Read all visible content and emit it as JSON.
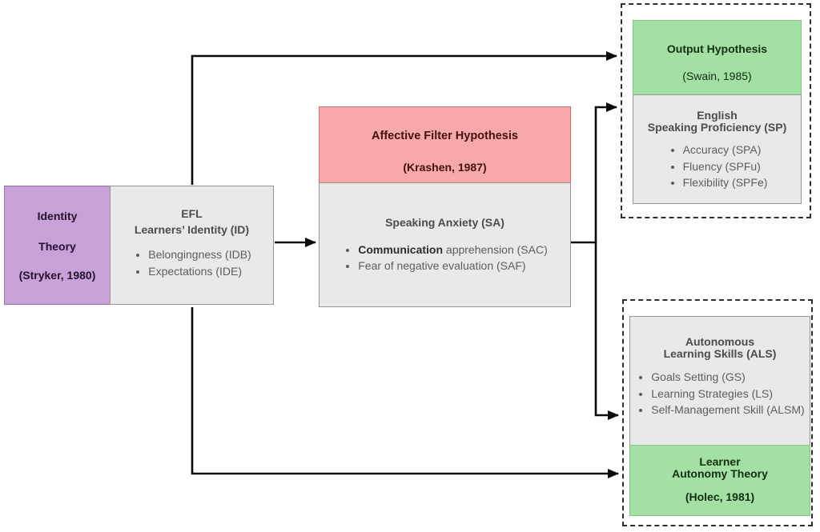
{
  "colors": {
    "purple_fill": "#c7a1d7",
    "purple_border": "#9673a6",
    "pink_fill": "#f7a8a8",
    "pink_border": "#cc6b6b",
    "green_fill": "#a4dfa4",
    "green_border": "#86c286",
    "gray_fill": "#e9e9e9",
    "gray_border": "#949494",
    "dashed_border": "#2e2e2e",
    "arrow": "#0a0a0a"
  },
  "nodes": {
    "identity_theory": {
      "line1": "Identity",
      "line2": "Theory",
      "citation": "(Stryker, 1980)"
    },
    "efl_identity": {
      "title1": "EFL",
      "title2": "Learners’ Identity (ID)",
      "bullets": [
        "Belongingness (IDB)",
        "Expectations (IDE)"
      ]
    },
    "affective_filter": {
      "title": "Affective Filter Hypothesis",
      "citation": "(Krashen, 1987)"
    },
    "speaking_anxiety": {
      "title": "Speaking Anxiety (SA)",
      "bullet1_lead": "Communication",
      "bullet1_rest": " apprehension (SAC)",
      "bullet2": "Fear of negative evaluation (SAF)"
    },
    "output_hypothesis": {
      "title": "Output Hypothesis",
      "citation": "(Swain, 1985)"
    },
    "speaking_proficiency": {
      "title1": "English",
      "title2": "Speaking Proficiency (SP)",
      "bullets": [
        "Accuracy (SPA)",
        "Fluency (SPFu)",
        "Flexibility (SPFe)"
      ]
    },
    "autonomous_learning": {
      "title1": "Autonomous",
      "title2": "Learning Skills (ALS)",
      "bullets": [
        "Goals Setting (GS)",
        "Learning Strategies (LS)",
        "Self-Management Skill (ALSM)"
      ]
    },
    "learner_autonomy": {
      "title1": "Learner",
      "title2": "Autonomy Theory",
      "citation": "(Holec, 1981)"
    }
  }
}
